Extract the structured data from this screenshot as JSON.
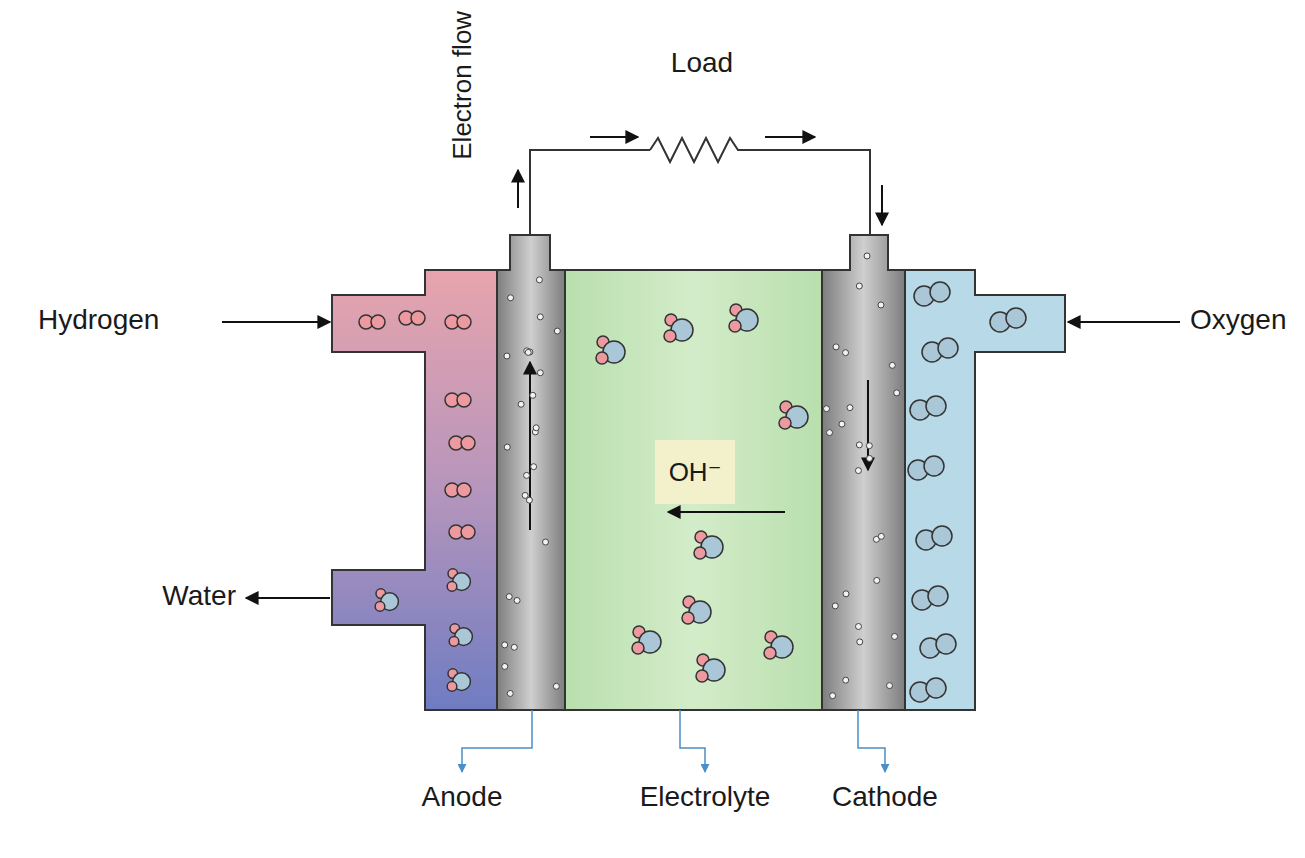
{
  "diagram": {
    "nodes": [
      {
        "text": [
          "OH⁻"
        ]
      }
    ],
    "labels": [
      "Electron flow",
      "Load",
      "Hydrogen",
      "Oxygen",
      "Water",
      "Anode",
      "Electrolyte",
      "Cathode"
    ]
  }
}
